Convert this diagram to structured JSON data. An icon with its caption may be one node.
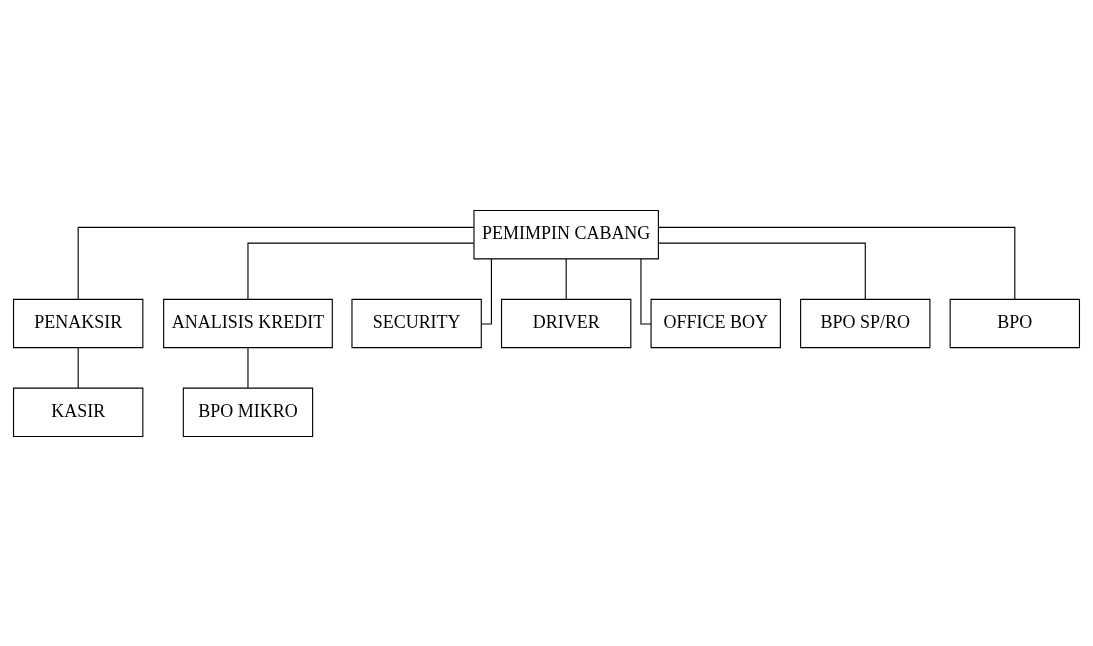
{
  "diagram": {
    "nodes": [
      {
        "text": [
          "PEMIMPIN CABANG"
        ]
      },
      {
        "text": [
          "PENAKSIR"
        ]
      },
      {
        "text": [
          "ANALISIS KREDIT"
        ]
      },
      {
        "text": [
          "KASIR"
        ]
      },
      {
        "text": [
          "BPO MIKRO"
        ]
      },
      {
        "text": [
          "SECURITY"
        ]
      },
      {
        "text": [
          "DRIVER"
        ]
      },
      {
        "text": [
          "OFFICE BOY"
        ]
      },
      {
        "text": [
          "BPO SP/RO"
        ]
      },
      {
        "text": [
          "BPO"
        ]
      }
    ],
    "edges": [
      {
        "from": 0,
        "to": 1,
        "arrow": "none"
      },
      {
        "from": 0,
        "to": 2,
        "arrow": "none"
      },
      {
        "from": 1,
        "to": 3,
        "arrow": "none"
      },
      {
        "from": 2,
        "to": 4,
        "arrow": "none"
      },
      {
        "from": 0,
        "to": 5,
        "arrow": "none"
      },
      {
        "from": 0,
        "to": 6,
        "arrow": "none"
      },
      {
        "from": 0,
        "to": 7,
        "arrow": "none"
      },
      {
        "from": 0,
        "to": 8,
        "arrow": "none"
      },
      {
        "from": 0,
        "to": 9,
        "arrow": "none"
      }
    ]
  }
}
